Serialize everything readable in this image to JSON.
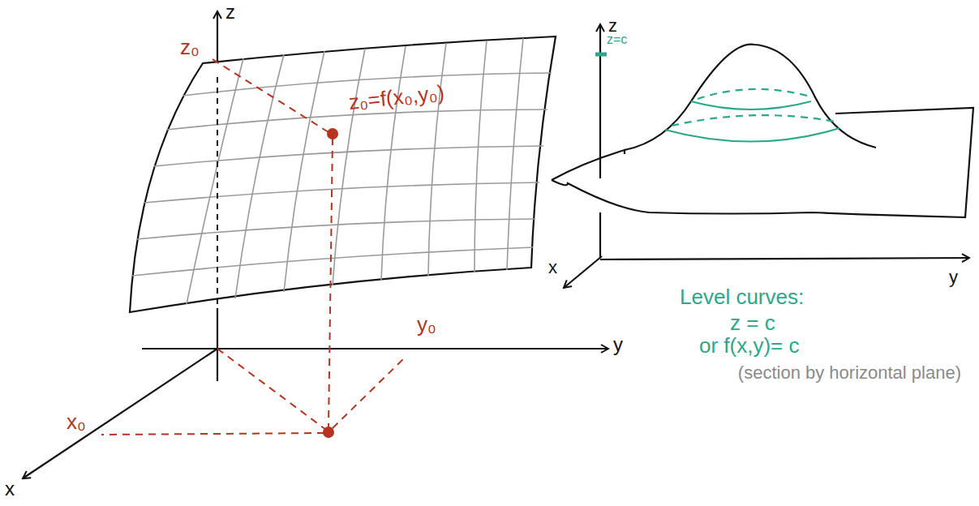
{
  "diagram": {
    "labels": [
      "z",
      "z₀",
      "z₀=f(x₀,y₀)",
      "y",
      "y₀",
      "x₀",
      "x",
      "z",
      "z=c",
      "x",
      "y",
      "Level curves:",
      "z = c",
      "or f(x,y)= c",
      "(section by horizontal plane)"
    ]
  }
}
